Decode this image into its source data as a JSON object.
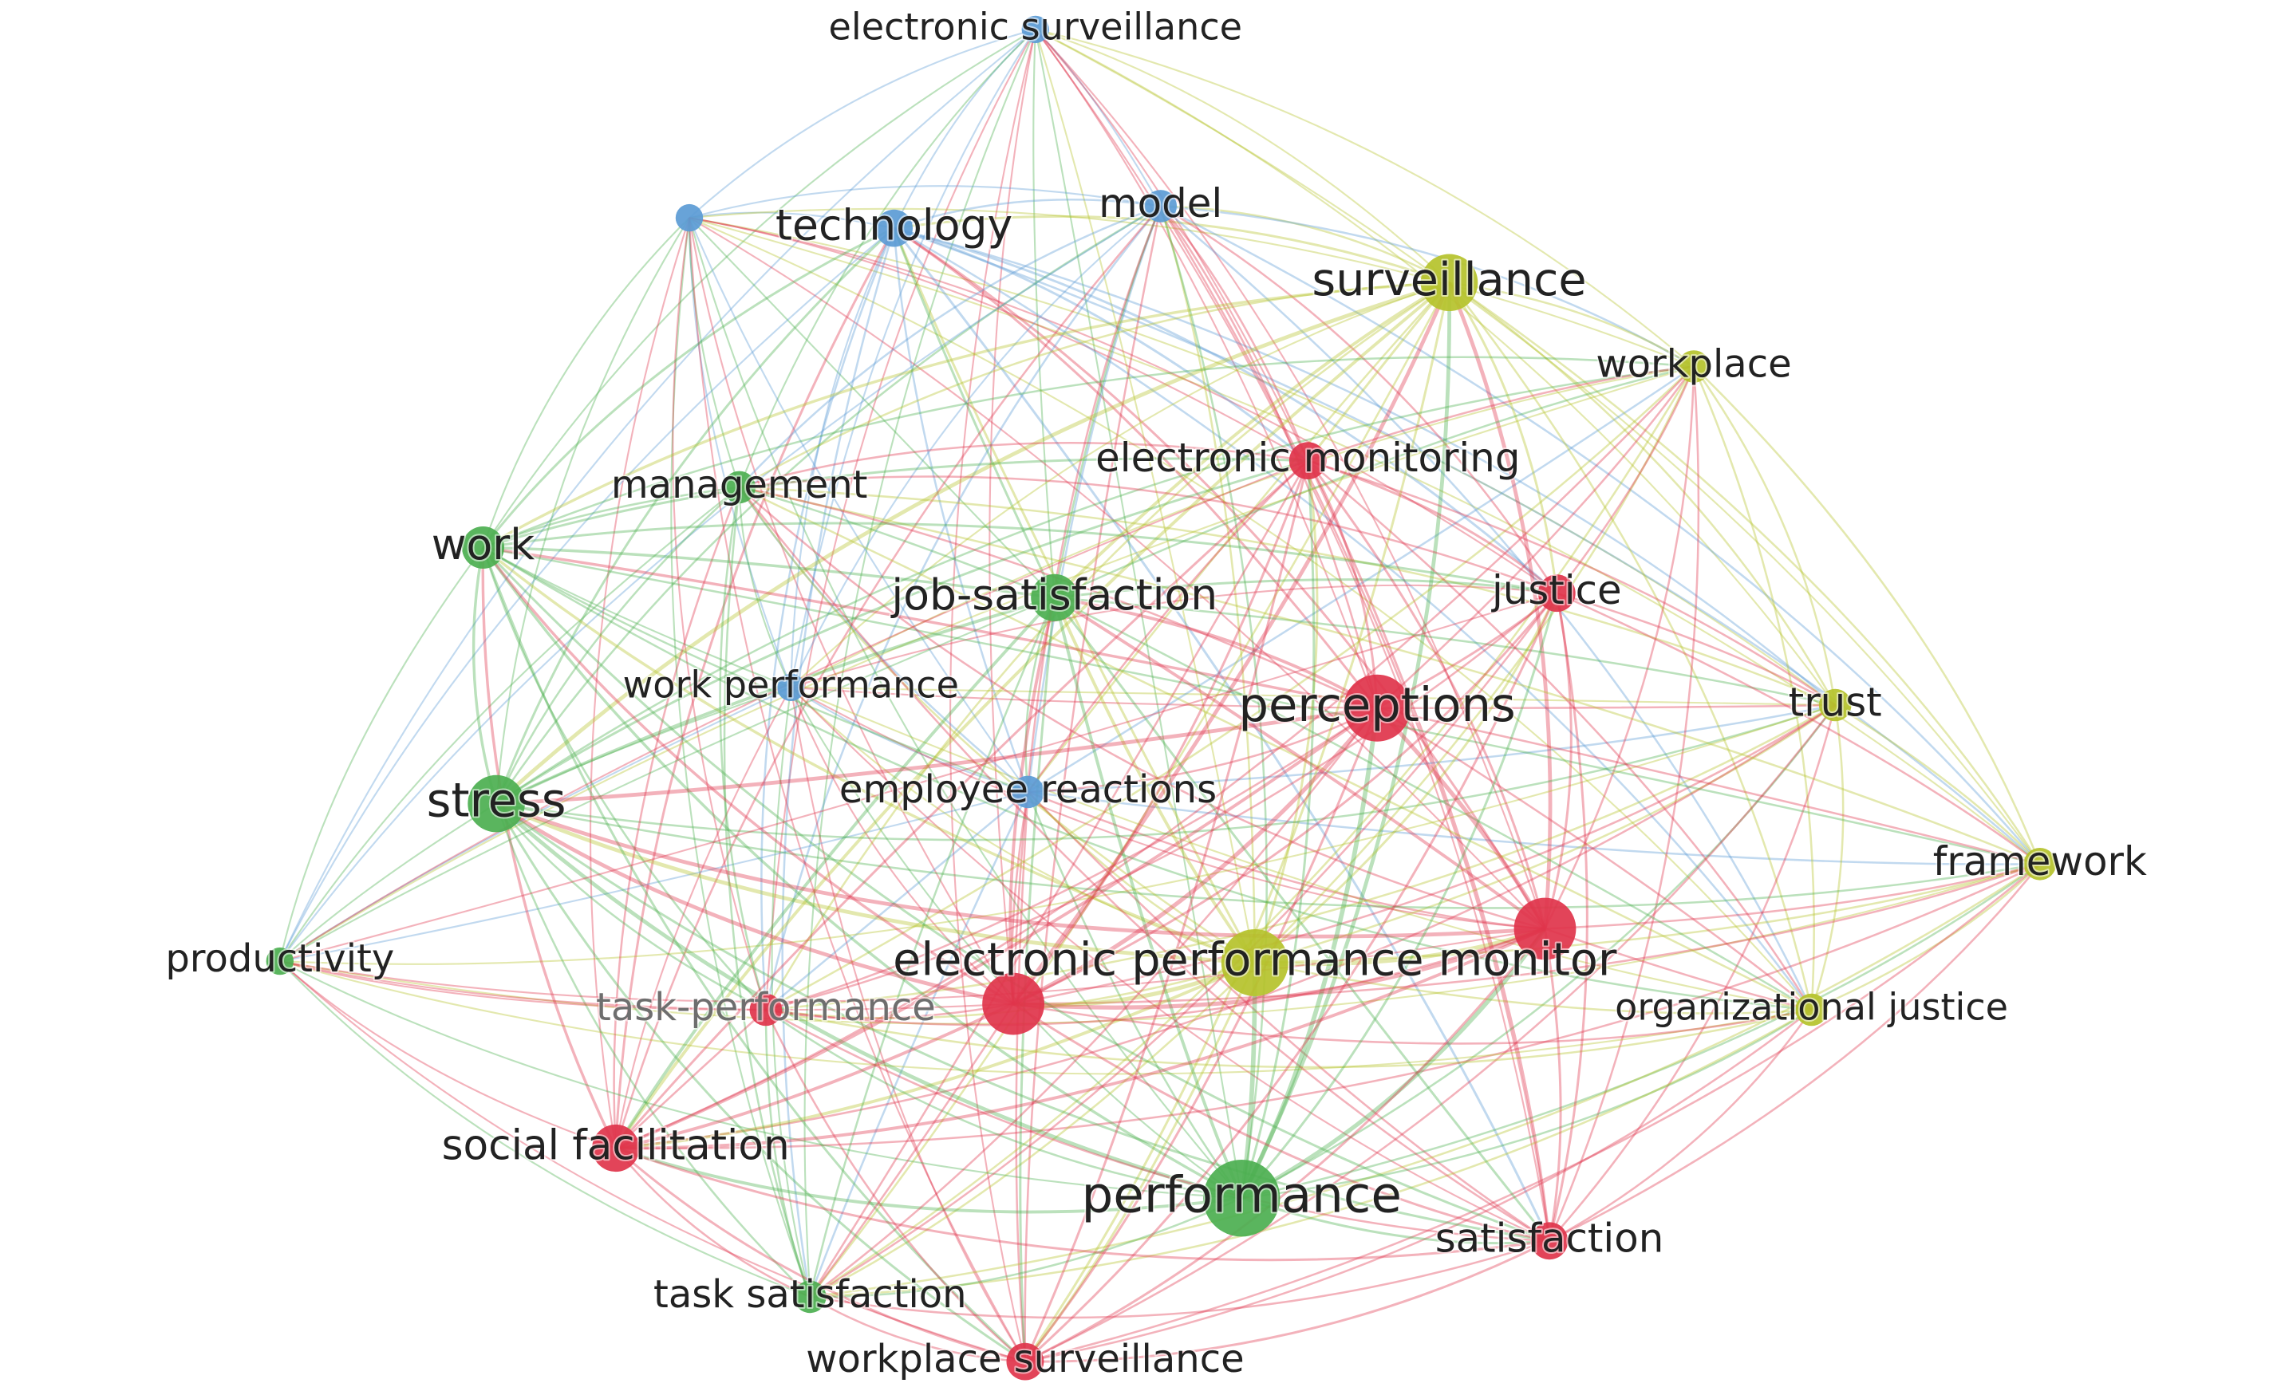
{
  "clusters": {
    "red": "#e0344b",
    "green": "#4caf50",
    "blue": "#5b9bd5",
    "yellow": "#b5c22b"
  },
  "nodes": [
    {
      "id": "electronic surveillance",
      "label": "electronic surveillance",
      "cluster": "blue",
      "weight": 1
    },
    {
      "id": "unlabeled-blue",
      "label": "",
      "cluster": "blue",
      "weight": 1
    },
    {
      "id": "technology",
      "label": "technology",
      "cluster": "blue",
      "weight": 2
    },
    {
      "id": "model",
      "label": "model",
      "cluster": "blue",
      "weight": 1.5
    },
    {
      "id": "work performance",
      "label": "work performance",
      "cluster": "blue",
      "weight": 1
    },
    {
      "id": "employee reactions",
      "label": "employee reactions",
      "cluster": "blue",
      "weight": 1.5
    },
    {
      "id": "surveillance",
      "label": "surveillance",
      "cluster": "yellow",
      "weight": 4
    },
    {
      "id": "workplace",
      "label": "workplace",
      "cluster": "yellow",
      "weight": 1.5
    },
    {
      "id": "trust",
      "label": "trust",
      "cluster": "yellow",
      "weight": 1.5
    },
    {
      "id": "framework",
      "label": "framework",
      "cluster": "yellow",
      "weight": 1.5
    },
    {
      "id": "organizational justice",
      "label": "organizational justice",
      "cluster": "yellow",
      "weight": 1.5
    },
    {
      "id": "electronic performance monitor",
      "label": "electronic performance monitor",
      "cluster": "yellow",
      "weight": 5
    },
    {
      "id": "management",
      "label": "management",
      "cluster": "green",
      "weight": 1.5
    },
    {
      "id": "work",
      "label": "work",
      "cluster": "green",
      "weight": 2.5
    },
    {
      "id": "job-satisfaction",
      "label": "job-satisfaction",
      "cluster": "green",
      "weight": 3
    },
    {
      "id": "stress",
      "label": "stress",
      "cluster": "green",
      "weight": 4
    },
    {
      "id": "productivity",
      "label": "productivity",
      "cluster": "green",
      "weight": 1
    },
    {
      "id": "performance",
      "label": "performance",
      "cluster": "green",
      "weight": 6
    },
    {
      "id": "task satisfaction",
      "label": "task satisfaction",
      "cluster": "green",
      "weight": 1.5
    },
    {
      "id": "electronic monitoring",
      "label": "electronic monitoring",
      "cluster": "red",
      "weight": 2
    },
    {
      "id": "justice",
      "label": "justice",
      "cluster": "red",
      "weight": 2
    },
    {
      "id": "perceptions",
      "label": "perceptions",
      "cluster": "red",
      "weight": 5
    },
    {
      "id": "electronic performance monitoring",
      "label": "",
      "cluster": "red",
      "weight": 4.5
    },
    {
      "id": "epm-red-2",
      "label": "",
      "cluster": "red",
      "weight": 4.5
    },
    {
      "id": "task-performance",
      "label": "task-performance",
      "cluster": "red",
      "weight": 1.5,
      "dim": true
    },
    {
      "id": "social facilitation",
      "label": "social facilitation",
      "cluster": "red",
      "weight": 3
    },
    {
      "id": "satisfaction",
      "label": "satisfaction",
      "cluster": "red",
      "weight": 2
    },
    {
      "id": "workplace surveillance",
      "label": "workplace surveillance",
      "cluster": "red",
      "weight": 2
    }
  ]
}
